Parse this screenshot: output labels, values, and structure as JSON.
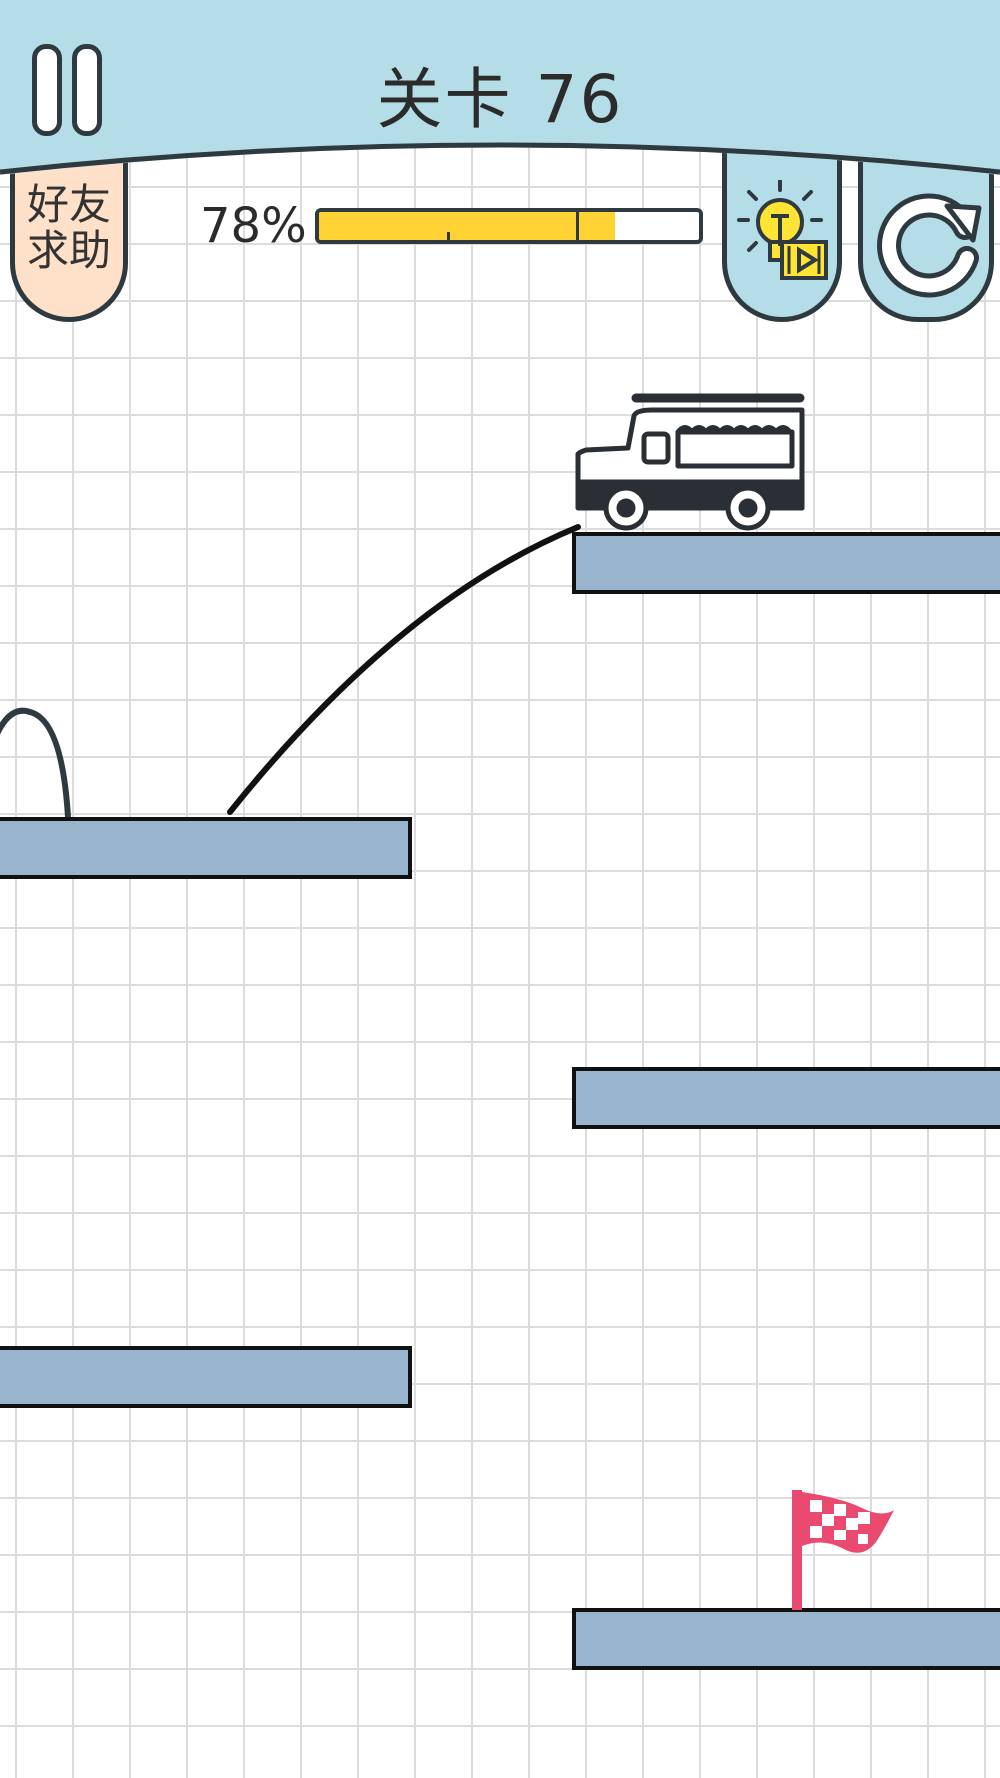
{
  "header": {
    "level_label": "关卡 76",
    "background_color": "#b5dde7"
  },
  "friend_help": {
    "line1": "好友",
    "line2": "求助"
  },
  "progress": {
    "label": "78%",
    "value_percent": 78,
    "fill_color": "#ffd233"
  },
  "icons": {
    "pause": "pause-icon",
    "hint": "lightbulb-video-icon",
    "restart": "restart-icon",
    "truck": "truck-icon",
    "flag": "finish-flag-icon"
  },
  "colors": {
    "platform": "#98b5cd",
    "outline": "#2f3a40",
    "flag": "#ea4a70",
    "grid": "#dcdcdc"
  }
}
